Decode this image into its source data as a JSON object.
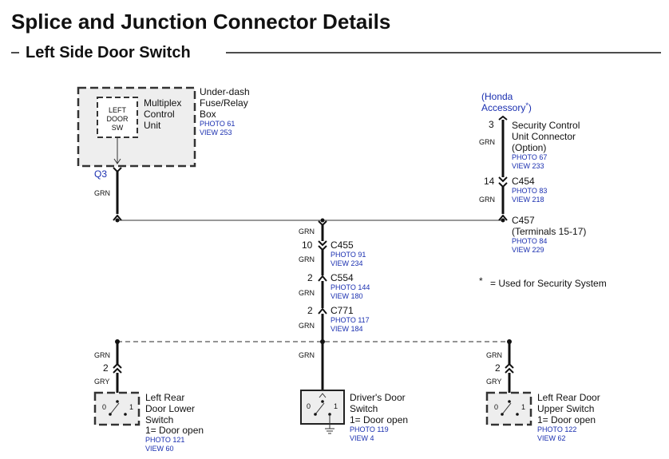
{
  "title": "Splice and Junction Connector Details",
  "subtitle": "Left Side Door Switch",
  "fuse_box": {
    "inner_lines": [
      "LEFT",
      "DOOR",
      "SW"
    ],
    "unit_lines": [
      "Multiplex",
      "Control",
      "Unit"
    ],
    "name_lines": [
      "Under-dash",
      "Fuse/Relay",
      "Box"
    ],
    "photo": "PHOTO 61",
    "view": "VIEW 253",
    "terminal": "Q3",
    "wire": "GRN"
  },
  "security": {
    "accessory_line1": "(Honda",
    "accessory_line2": "Accessory",
    "accessory_star": "*",
    "accessory_close": ")",
    "pin": "3",
    "wire1": "GRN",
    "name_lines": [
      "Security Control",
      "Unit Connector",
      "(Option)"
    ],
    "photo": "PHOTO 67",
    "view": "VIEW 233",
    "c454_pin": "14",
    "c454_name": "C454",
    "c454_photo": "PHOTO 83",
    "c454_view": "VIEW 218",
    "wire2": "GRN"
  },
  "c457": {
    "name": "C457",
    "detail": "(Terminals 15-17)",
    "photo": "PHOTO 84",
    "view": "VIEW 229"
  },
  "center_chain": {
    "wire_top": "GRN",
    "c455": {
      "pin": "10",
      "name": "C455",
      "photo": "PHOTO 91",
      "view": "VIEW 234",
      "wire": "GRN"
    },
    "c554": {
      "pin": "2",
      "name": "C554",
      "photo": "PHOTO 144",
      "view": "VIEW 180",
      "wire": "GRN"
    },
    "c771": {
      "pin": "2",
      "name": "C771",
      "photo": "PHOTO 117",
      "view": "VIEW 184",
      "wire": "GRN"
    }
  },
  "note": {
    "star": "*",
    "text": "=  Used for Security System"
  },
  "switches": [
    {
      "wire_top": "GRN",
      "pin": "2",
      "wire_bottom": "GRY",
      "name_lines": [
        "Left Rear",
        "Door Lower",
        "Switch"
      ],
      "state": "1= Door open",
      "photo": "PHOTO 121",
      "view": "VIEW 60",
      "pos0": "0",
      "pos1": "1"
    },
    {
      "wire_top": "GRN",
      "name_lines": [
        "Driver's Door",
        "Switch"
      ],
      "state": "1= Door open",
      "photo": "PHOTO 119",
      "view": "VIEW 4",
      "pos0": "0",
      "pos1": "1"
    },
    {
      "wire_top": "GRN",
      "pin": "2",
      "wire_bottom": "GRY",
      "name_lines": [
        "Left Rear Door",
        "Upper Switch"
      ],
      "state": "1= Door open",
      "photo": "PHOTO 122",
      "view": "VIEW 62",
      "pos0": "0",
      "pos1": "1"
    }
  ]
}
